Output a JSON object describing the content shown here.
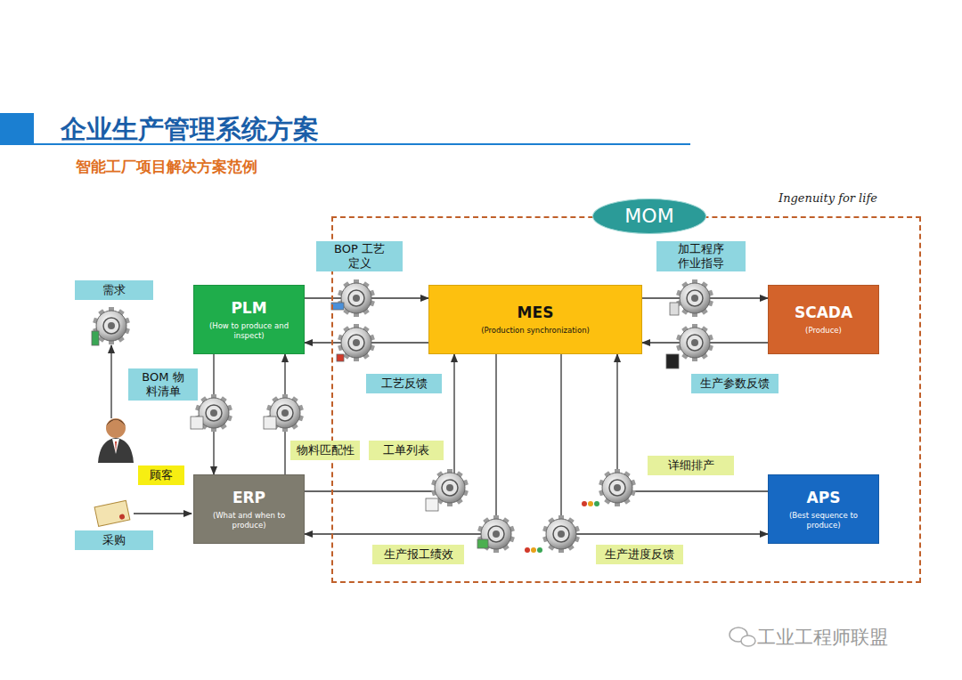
{
  "diagram": {
    "title": "企业生产管理系统方案",
    "nodes": [
      {
        "text": [
          "MOM"
        ]
      },
      {
        "text": [
          "需求"
        ]
      },
      {
        "text": [
          "PLM",
          "(How to produce and inspect)"
        ]
      },
      {
        "text": [
          "BOP 工艺定义"
        ]
      },
      {
        "text": [
          "MES",
          "(Production synchronization)"
        ],
        "in": 0
      },
      {
        "text": [
          "加工程序 作业指导"
        ],
        "in": 0
      },
      {
        "text": [
          "SCADA",
          "(Produce)"
        ],
        "in": 0
      },
      {
        "text": [
          "BOM 物料清单"
        ]
      },
      {
        "text": [
          "工艺反馈"
        ],
        "in": 0
      },
      {
        "text": [
          "生产参数反馈"
        ],
        "in": 0
      },
      {
        "text": [
          "顾客"
        ]
      },
      {
        "text": [
          "物料匹配性"
        ]
      },
      {
        "text": [
          "工单列表"
        ],
        "in": 0
      },
      {
        "text": [
          "详细排产"
        ],
        "in": 0
      },
      {
        "text": [
          "ERP",
          "(What and when to produce)"
        ]
      },
      {
        "text": [
          "APS",
          "(Best sequence to produce)"
        ],
        "in": 0
      },
      {
        "text": [
          "采购"
        ]
      },
      {
        "text": [
          "生产报工绩效"
        ],
        "in": 0
      },
      {
        "text": [
          "生产进度反馈"
        ],
        "in": 0
      }
    ],
    "edges": [
      {
        "from": 2,
        "to": 4,
        "arrow": "to"
      },
      {
        "from": 4,
        "to": 2,
        "arrow": "to"
      },
      {
        "from": 4,
        "to": 6,
        "arrow": "to"
      },
      {
        "from": 6,
        "to": 4,
        "arrow": "to"
      },
      {
        "from": 2,
        "to": 14,
        "arrow": "to"
      },
      {
        "from": 14,
        "to": 2,
        "arrow": "to"
      },
      {
        "from": 14,
        "to": 4,
        "arrow": "to"
      },
      {
        "from": 4,
        "to": 14,
        "arrow": "to"
      },
      {
        "from": 4,
        "to": 15,
        "arrow": "to"
      },
      {
        "from": 15,
        "to": 4,
        "arrow": "to"
      }
    ],
    "labels": [
      "智能工厂项目解决方案范例",
      "Ingenuity for life",
      "工业工程师联盟"
    ]
  }
}
